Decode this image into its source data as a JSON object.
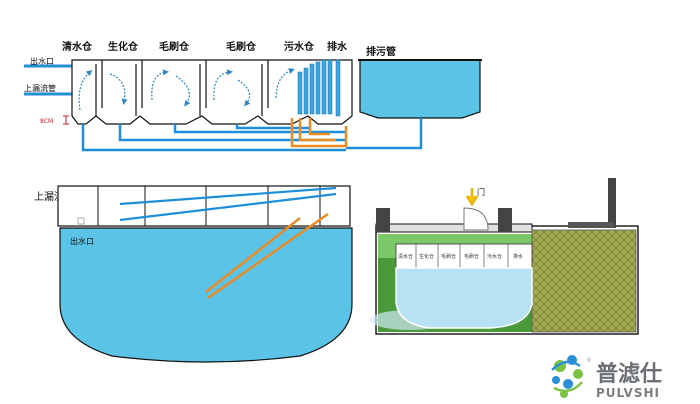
{
  "top_view": {
    "chambers": [
      "清水仓",
      "生化仓",
      "毛刷仓",
      "毛刷仓",
      "污水仓",
      "排水"
    ],
    "drain_pipe": "排污管",
    "outlet": "出水口",
    "overflow_pipe": "上漏流管",
    "height_mark": "8CM"
  },
  "plan_view": {
    "overflow_pipe": "上漏流管",
    "outlet": "出水口"
  },
  "side_view": {
    "door": "门",
    "chambers": [
      "清水仓",
      "生化仓",
      "毛刷仓",
      "毛刷仓",
      "污水仓",
      "排水"
    ]
  },
  "brand": {
    "name_cn": "普滤仕",
    "name_en": "PULVSHI",
    "registered": "®"
  },
  "colors": {
    "water": "#5bc4e6",
    "blue_pipe": "#1e8fd8",
    "orange_pipe": "#ee8a22",
    "media": "#a4ac52",
    "brand_green": "#7cc242",
    "brand_blue": "#2a8fd6"
  }
}
